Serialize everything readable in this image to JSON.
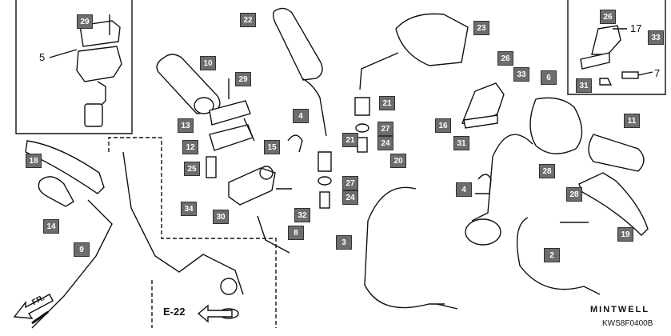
{
  "callouts": [
    {
      "id": "c29a",
      "label": "29"
    },
    {
      "id": "c22",
      "label": "22"
    },
    {
      "id": "c23",
      "label": "23"
    },
    {
      "id": "c26a",
      "label": "26"
    },
    {
      "id": "c33a",
      "label": "33"
    },
    {
      "id": "c10",
      "label": "10"
    },
    {
      "id": "c29b",
      "label": "29"
    },
    {
      "id": "c26b",
      "label": "26"
    },
    {
      "id": "c33b",
      "label": "33"
    },
    {
      "id": "c6",
      "label": "6"
    },
    {
      "id": "c31a",
      "label": "31"
    },
    {
      "id": "c21a",
      "label": "21"
    },
    {
      "id": "c4a",
      "label": "4"
    },
    {
      "id": "c13",
      "label": "13"
    },
    {
      "id": "c16",
      "label": "16"
    },
    {
      "id": "c11",
      "label": "11"
    },
    {
      "id": "c27a",
      "label": "27"
    },
    {
      "id": "c24a",
      "label": "24"
    },
    {
      "id": "c31b",
      "label": "31"
    },
    {
      "id": "c12",
      "label": "12"
    },
    {
      "id": "c15",
      "label": "15"
    },
    {
      "id": "c21b",
      "label": "21"
    },
    {
      "id": "c18",
      "label": "18"
    },
    {
      "id": "c20",
      "label": "20"
    },
    {
      "id": "c28a",
      "label": "28"
    },
    {
      "id": "c25",
      "label": "25"
    },
    {
      "id": "c27b",
      "label": "27"
    },
    {
      "id": "c4b",
      "label": "4"
    },
    {
      "id": "c28b",
      "label": "28"
    },
    {
      "id": "c24b",
      "label": "24"
    },
    {
      "id": "c34",
      "label": "34"
    },
    {
      "id": "c14",
      "label": "14"
    },
    {
      "id": "c30",
      "label": "30"
    },
    {
      "id": "c32",
      "label": "32"
    },
    {
      "id": "c8",
      "label": "8"
    },
    {
      "id": "c19",
      "label": "19"
    },
    {
      "id": "c3",
      "label": "3"
    },
    {
      "id": "c9",
      "label": "9"
    },
    {
      "id": "c2",
      "label": "2"
    }
  ],
  "plain_labels": [
    {
      "id": "p5",
      "label": "5"
    },
    {
      "id": "p17",
      "label": "17"
    },
    {
      "id": "p7",
      "label": "7"
    }
  ],
  "reference": "E-22",
  "direction": "FR.",
  "brand": "MINTWELL",
  "diagram_code": "KWS8F0400B"
}
